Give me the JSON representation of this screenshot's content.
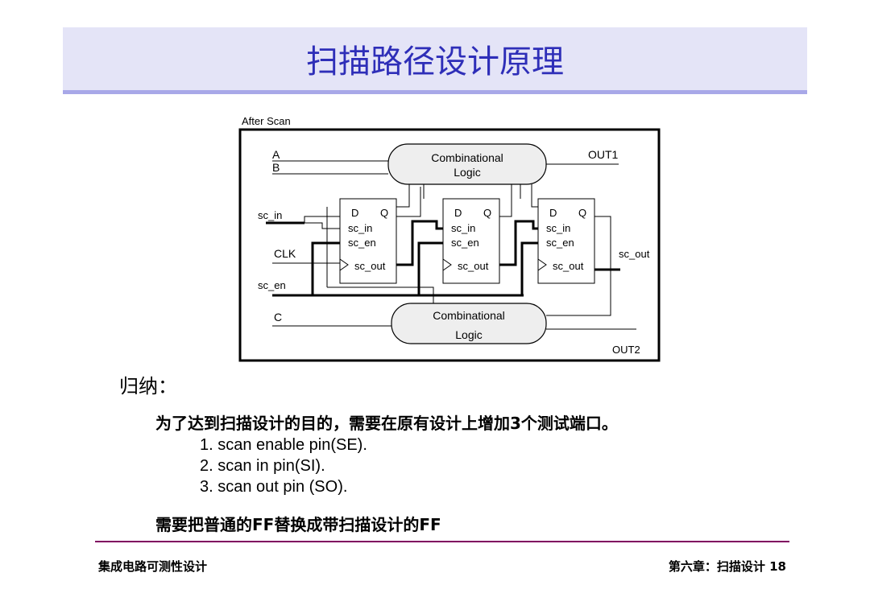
{
  "slide": {
    "title": "扫描路径设计原理",
    "diagram": {
      "caption": "After Scan",
      "inputs": [
        "A",
        "B",
        "sc_in",
        "CLK",
        "sc_en",
        "C"
      ],
      "outputs": [
        "OUT1",
        "OUT2",
        "sc_out"
      ],
      "logic_top": [
        "Combinational",
        "Logic"
      ],
      "logic_bottom": [
        "Combinational",
        "Logic"
      ],
      "ff_labels": {
        "d": "D",
        "q": "Q",
        "sc_in": "sc_in",
        "sc_en": "sc_en",
        "sc_out": "sc_out"
      }
    },
    "heading": "归纳：",
    "paragraph": "为了达到扫描设计的目的，需要在原有设计上增加3个测试端口。",
    "list": [
      "1. scan enable pin(SE).",
      "2. scan in pin(SI).",
      "3. scan out pin (SO)."
    ],
    "paragraph2": "需要把普通的FF替换成带扫描设计的FF",
    "footer": {
      "left": "集成电路可测性设计",
      "right": "第六章：扫描设计 18"
    }
  }
}
